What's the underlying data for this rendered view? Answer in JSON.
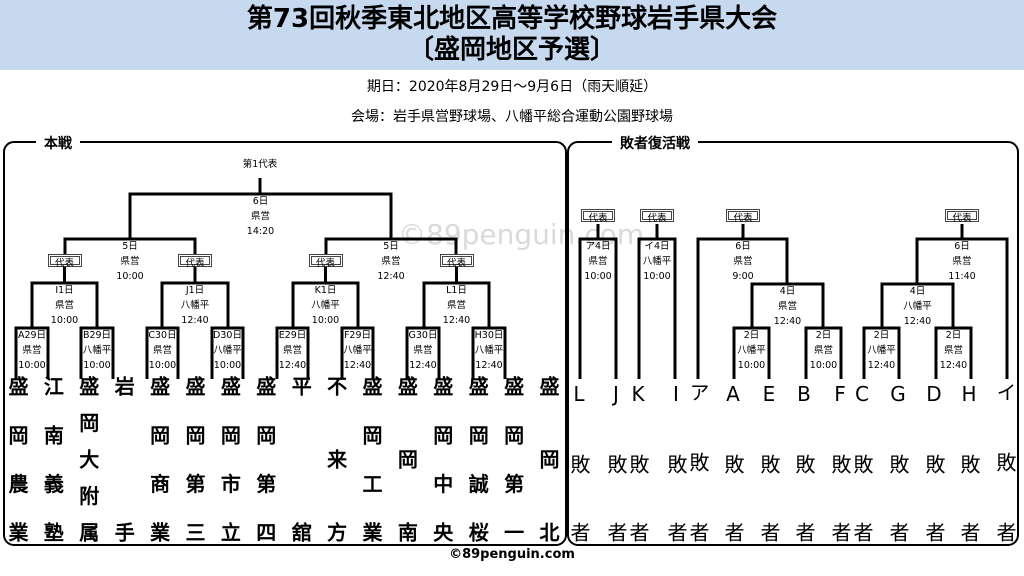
{
  "header": {
    "title_line1": "第73回秋季東北地区高等学校野球岩手県大会",
    "title_line2": "〔盛岡地区予選〕",
    "period": "期日：2020年8月29日～9月6日（雨天順延）",
    "venue": "会場：岩手県営野球場、八幡平総合運動公園野球場",
    "band_color": "#c6d9ef"
  },
  "sections": {
    "main": "本戦",
    "repechage": "敗者復活戦"
  },
  "main": {
    "winner_label": "第1代表",
    "rep_label": "代表",
    "matches": {
      "A": [
        "A29日",
        "県営",
        "10:00"
      ],
      "B": [
        "B29日",
        "八幡平",
        "10:00"
      ],
      "C": [
        "C30日",
        "県営",
        "10:00"
      ],
      "D": [
        "D30日",
        "八幡平",
        "10:00"
      ],
      "E": [
        "E29日",
        "県営",
        "12:40"
      ],
      "F": [
        "F29日",
        "八幡平",
        "12:40"
      ],
      "G": [
        "G30日",
        "県営",
        "12:40"
      ],
      "H": [
        "H30日",
        "八幡平",
        "12:40"
      ],
      "I": [
        "I1日",
        "県営",
        "10:00"
      ],
      "J": [
        "J1日",
        "八幡平",
        "12:40"
      ],
      "K": [
        "K1日",
        "八幡平",
        "10:00"
      ],
      "L": [
        "L1日",
        "県営",
        "12:40"
      ],
      "SF1": [
        "5日",
        "県営",
        "10:00"
      ],
      "SF2": [
        "5日",
        "県営",
        "12:40"
      ],
      "F1": [
        "6日",
        "県営",
        "14:20"
      ]
    },
    "teams": [
      "盛岡農業",
      "江南義塾",
      "盛岡大附属",
      "岩手",
      "盛岡商業",
      "盛岡第三",
      "盛岡市立",
      "盛岡第四",
      "平舘",
      "不来方",
      "盛岡工業",
      "盛岡南",
      "盛岡中央",
      "盛岡誠桜",
      "盛岡第一",
      "盛岡北"
    ]
  },
  "repechage": {
    "rep_label": "代表",
    "matches": {
      "a": [
        "ア4日",
        "県営",
        "10:00"
      ],
      "i": [
        "イ4日",
        "八幡平",
        "10:00"
      ],
      "r1": [
        "2日",
        "八幡平",
        "10:00"
      ],
      "r2": [
        "2日",
        "県営",
        "10:00"
      ],
      "r3": [
        "4日",
        "県営",
        "12:40"
      ],
      "r4": [
        "6日",
        "県営",
        "9:00"
      ],
      "r5": [
        "2日",
        "八幡平",
        "12:40"
      ],
      "r6": [
        "2日",
        "県営",
        "12:40"
      ],
      "r7": [
        "4日",
        "八幡平",
        "12:40"
      ],
      "r8": [
        "6日",
        "県営",
        "11:40"
      ]
    },
    "slots": [
      "L敗者",
      "J敗者",
      "K敗者",
      "I敗者",
      "ア敗者",
      "A敗者",
      "E敗者",
      "B敗者",
      "F敗者",
      "C敗者",
      "G敗者",
      "D敗者",
      "H敗者",
      "イ敗者"
    ]
  },
  "watermark": "©89penguin.com",
  "footer": "©89penguin.com"
}
